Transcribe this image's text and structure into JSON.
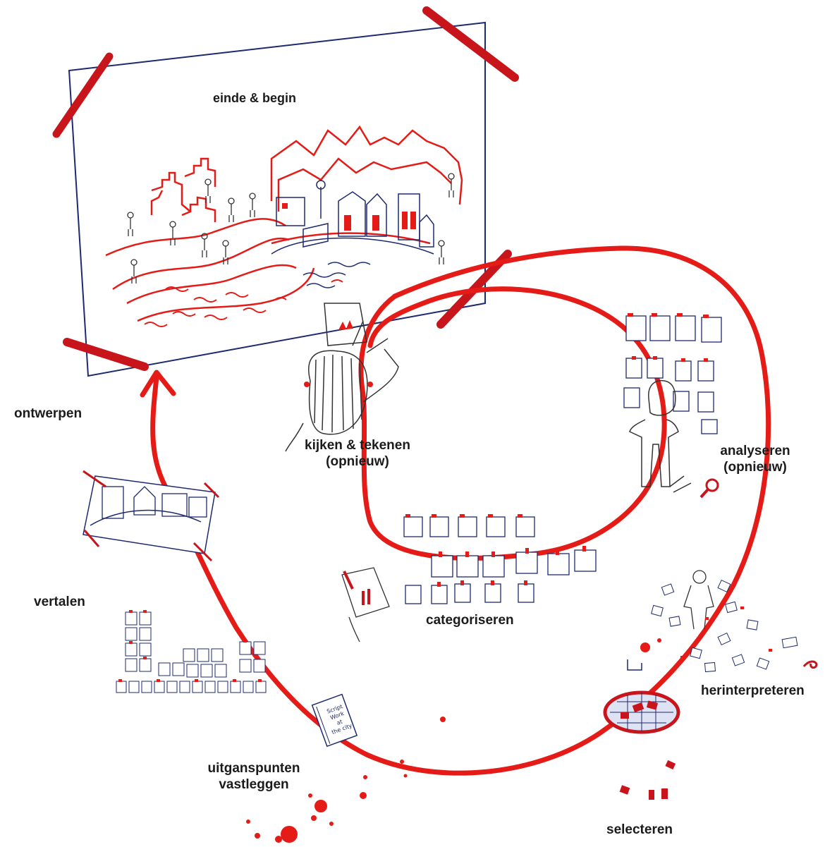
{
  "poster": {
    "title": "einde & begin"
  },
  "stages": {
    "ontwerpen": "ontwerpen",
    "kijken_line1": "kijken &  tekenen",
    "kijken_line2": "(opnieuw)",
    "analyseren_line1": "analyseren",
    "analyseren_line2": "(opnieuw)",
    "categoriseren": "categoriseren",
    "vertalen": "vertalen",
    "herinterpreteren": "herinterpreteren",
    "uitgangspunten_line1": "uitganspunten",
    "uitgangspunten_line2": "vastleggen",
    "selecteren": "selecteren"
  },
  "notebook": {
    "text_line1": "Script",
    "text_line2": "Work",
    "text_line3": "at",
    "text_line4": "the city"
  },
  "colors": {
    "red": "#e41b17",
    "ink": "#1e2a6e",
    "text": "#1b1b1b"
  }
}
